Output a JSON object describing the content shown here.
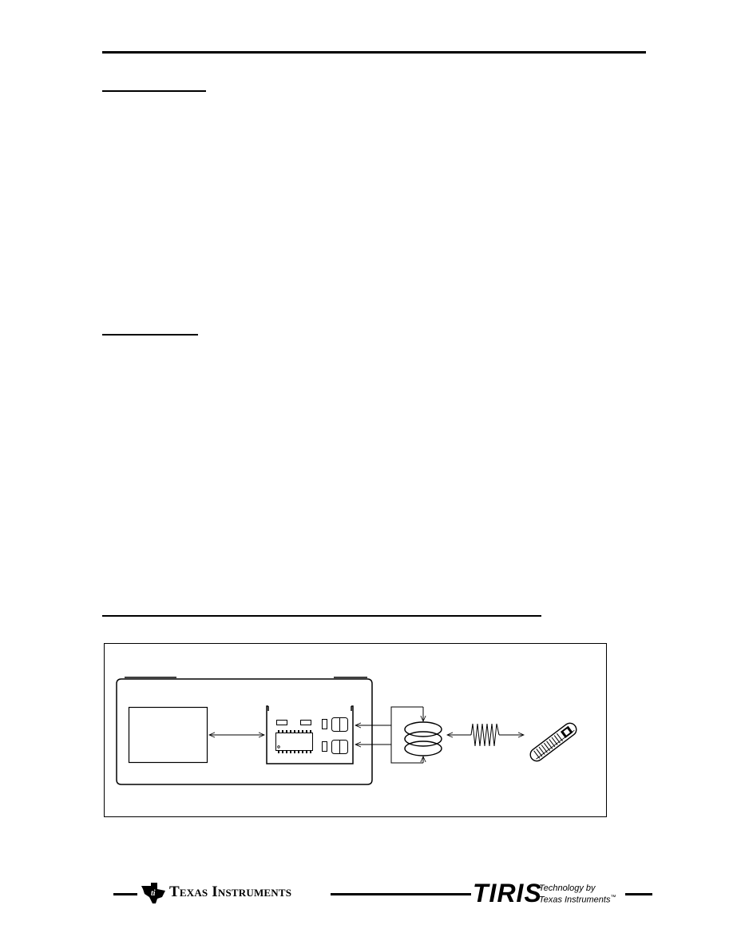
{
  "header": {},
  "sections": [
    {
      "heading": ""
    },
    {
      "heading": ""
    }
  ],
  "figure": {
    "title": ""
  },
  "footer": {
    "company": "Texas Instruments",
    "brand": "TIRIS",
    "tagline_line1": "Technology by",
    "tagline_line2": "Texas Instruments",
    "tagline_mark": "™",
    "logo_icon": "ti-logo-icon"
  }
}
